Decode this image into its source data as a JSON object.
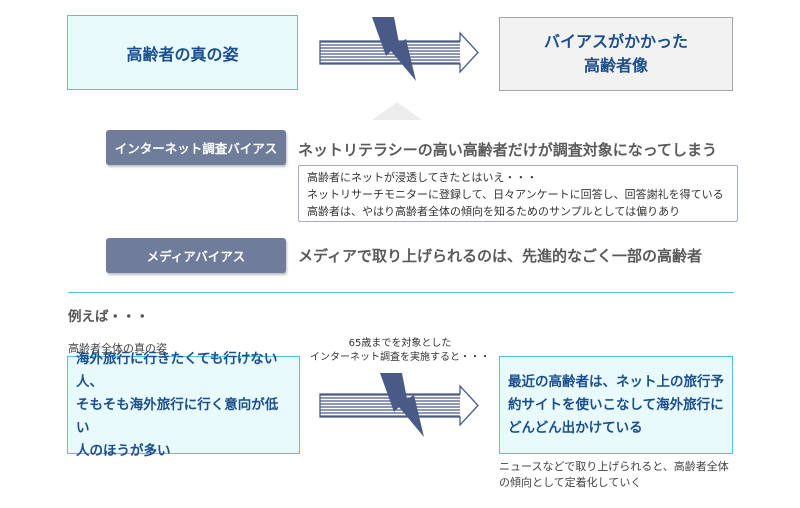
{
  "top": {
    "left_box": "高齢者の真の姿",
    "right_box": [
      "バイアスがかかった",
      "高齢者像"
    ]
  },
  "biases": [
    {
      "label": "インターネット調査バイアス",
      "description": "ネットリテラシーの高い高齢者だけが調査対象になってしまう",
      "note_lines": [
        "高齢者にネットが浸透してきたとはいえ・・・",
        "ネットリサーチモニターに登録して、日々アンケートに回答し、回答謝礼を得ている",
        "高齢者は、やはり高齢者全体の傾向を知るためのサンプルとしては偏りあり"
      ]
    },
    {
      "label": "メディアバイアス",
      "description": "メディアで取り上げられるのは、先進的なごく一部の高齢者"
    }
  ],
  "example": {
    "heading": "例えば・・・",
    "left_label": "高齢者全体の真の姿",
    "left_box": [
      "海外旅行に行きたくても行けない人、",
      "そもそも海外旅行に行く意向が低い",
      "人のほうが多い"
    ],
    "middle_caption": [
      "65歳までを対象とした",
      "インターネット調査を実施すると・・・"
    ],
    "right_box": [
      "最近の高齢者は、ネット上の旅行予",
      "約サイトを使いこなして海外旅行に",
      "どんどん出かけている"
    ],
    "right_caption": [
      "ニュースなどで取り上げられると、高齢者全体",
      "の傾向として定着化していく"
    ]
  },
  "colors": {
    "accent_blue": "#1a4f8c",
    "box_fill": "#e9fafd",
    "box_border": "#4cc5dd",
    "pill": "#6f7d9a",
    "bolt": "#4a5a86"
  }
}
